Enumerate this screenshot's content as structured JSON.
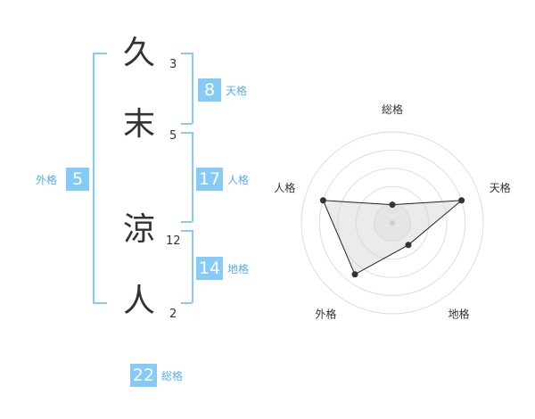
{
  "name_chars": [
    {
      "char": "久",
      "strokes": "3"
    },
    {
      "char": "末",
      "strokes": "5"
    },
    {
      "char": "涼",
      "strokes": "12"
    },
    {
      "char": "人",
      "strokes": "2"
    }
  ],
  "fortunes": {
    "tenkaku": {
      "value": "8",
      "label": "天格"
    },
    "jinkaku": {
      "value": "17",
      "label": "人格"
    },
    "chikaku": {
      "value": "14",
      "label": "地格"
    },
    "gaikaku": {
      "value": "5",
      "label": "外格"
    },
    "soukaku": {
      "value": "22",
      "label": "総格"
    }
  },
  "accent_color": "#86caf7",
  "chart_data": {
    "type": "radar",
    "axes": [
      "総格",
      "天格",
      "地格",
      "外格",
      "人格"
    ],
    "levels": 5,
    "values": [
      1,
      4,
      1.5,
      3.5,
      4
    ],
    "max": 5,
    "grid": true
  }
}
